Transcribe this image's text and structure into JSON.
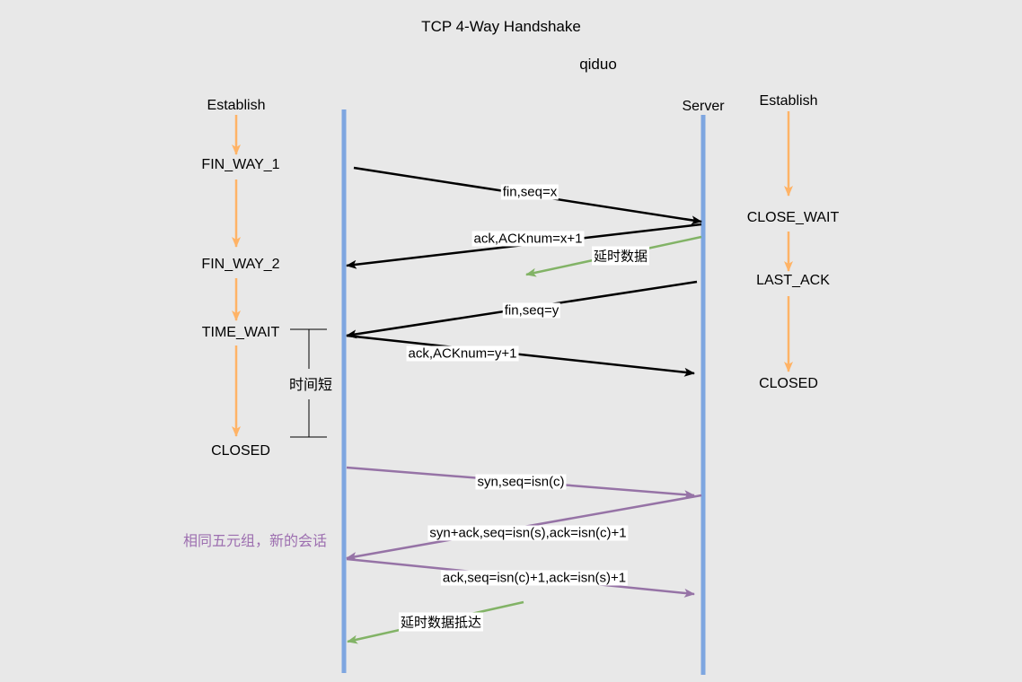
{
  "title": "TCP 4-Way Handshake",
  "author": "qiduo",
  "server_label": "Server",
  "client_states": {
    "establish": "Establish",
    "fin_wait_1": "FIN_WAY_1",
    "fin_wait_2": "FIN_WAY_2",
    "time_wait": "TIME_WAIT",
    "closed": "CLOSED"
  },
  "server_states": {
    "establish": "Establish",
    "close_wait": "CLOSE_WAIT",
    "last_ack": "LAST_ACK",
    "closed": "CLOSED"
  },
  "time_short": "时间短",
  "same_tuple_note": "相同五元组，新的会话",
  "messages": {
    "fin_x": "fin,seq=x",
    "ack_x1": "ack,ACKnum=x+1",
    "delayed_data": "延时数据",
    "fin_y": "fin,seq=y",
    "ack_y1": "ack,ACKnum=y+1",
    "syn": "syn,seq=isn(c)",
    "syn_ack": "syn+ack,seq=isn(s),ack=isn(c)+1",
    "ack_new": "ack,seq=isn(c)+1,ack=isn(s)+1",
    "delayed_arrive": "延时数据抵达"
  },
  "colors": {
    "background": "#e8e8e8",
    "lifeline": "#7ea6e0",
    "state_arrow": "#ffb366",
    "message_arrow": "#000000",
    "new_session_arrow": "#9673a6",
    "delayed_arrow": "#82b366",
    "note_text": "#9d6fb0"
  }
}
